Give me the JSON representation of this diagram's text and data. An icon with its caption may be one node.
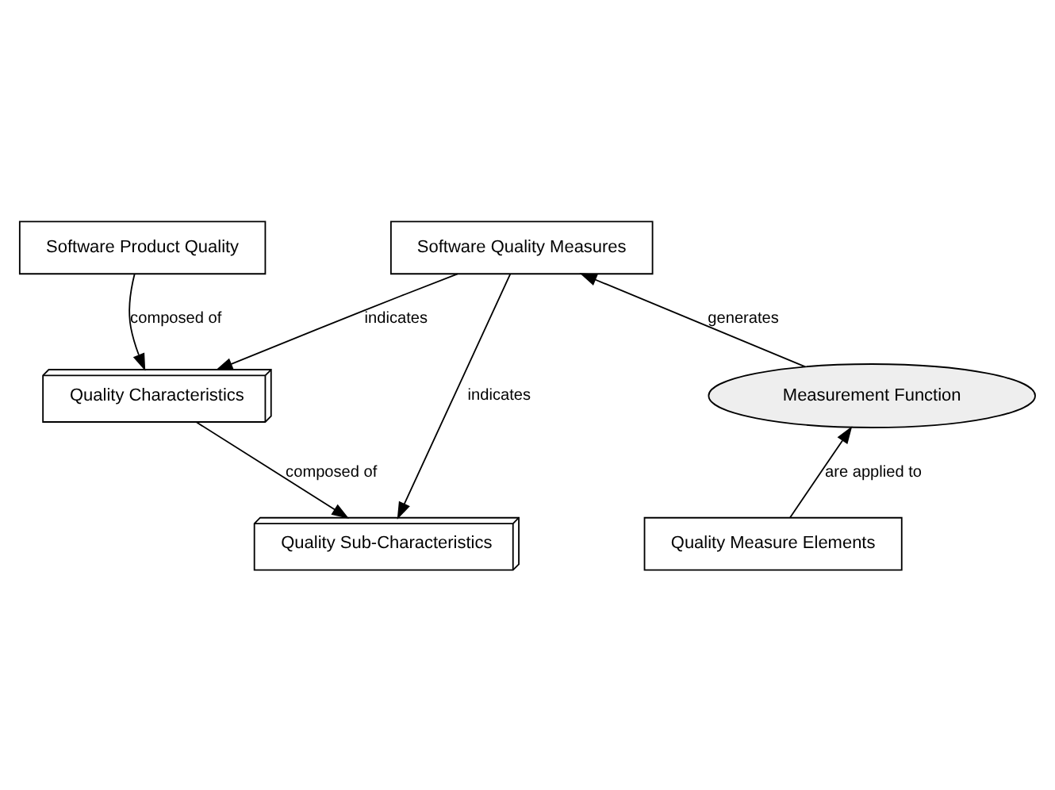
{
  "diagram": {
    "nodes": [
      {
        "text": [
          "Software Product Quality"
        ]
      },
      {
        "text": [
          "Quality Characteristics"
        ]
      },
      {
        "text": [
          "Quality Sub-Characteristics"
        ]
      },
      {
        "text": [
          "Software Quality Measures"
        ]
      },
      {
        "text": [
          "Measurement Function"
        ]
      },
      {
        "text": [
          "Quality Measure Elements"
        ]
      }
    ],
    "edges": [
      {
        "from": 0,
        "to": 1,
        "arrow": "to",
        "label": "composed of"
      },
      {
        "from": 1,
        "to": 2,
        "arrow": "to",
        "label": "composed of"
      },
      {
        "from": 3,
        "to": 1,
        "arrow": "to",
        "label": "indicates"
      },
      {
        "from": 3,
        "to": 2,
        "arrow": "to",
        "label": "indicates"
      },
      {
        "from": 4,
        "to": 3,
        "arrow": "to",
        "label": "generates"
      },
      {
        "from": 5,
        "to": 4,
        "arrow": "to",
        "label": "are applied to"
      }
    ]
  }
}
